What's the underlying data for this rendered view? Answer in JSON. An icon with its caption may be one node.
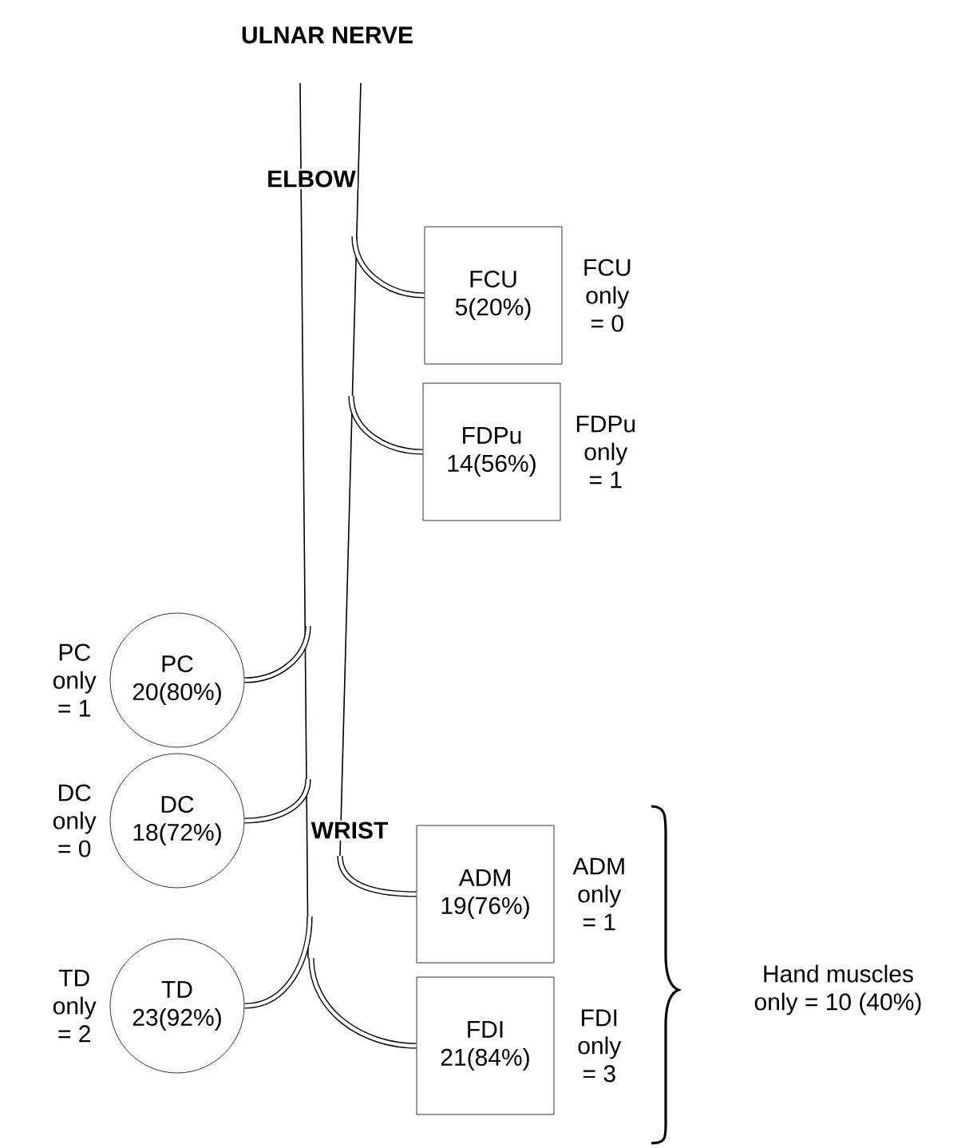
{
  "diagram": {
    "nodes": [
      {
        "text": [
          "ULNAR NERVE"
        ]
      },
      {
        "text": [
          "FCU",
          "5(20%)"
        ],
        "beside": [
          "FCU only = 0"
        ]
      },
      {
        "text": [
          "FDPu",
          "14(56%)"
        ],
        "beside": [
          "FDPu only = 1"
        ]
      },
      {
        "text": [
          "PC",
          "20(80%)"
        ],
        "beside": [
          "PC only = 1"
        ]
      },
      {
        "text": [
          "DC",
          "18(72%)"
        ],
        "beside": [
          "DC only = 0"
        ]
      },
      {
        "text": [
          "ADM",
          "19(76%)"
        ],
        "beside": [
          "ADM only = 1"
        ]
      },
      {
        "text": [
          "TD",
          "23(92%)"
        ],
        "beside": [
          "TD only = 2"
        ]
      },
      {
        "text": [
          "FDI",
          "21(84%)"
        ],
        "beside": [
          "FDI only = 3"
        ]
      }
    ],
    "edges": [
      {
        "from": 0,
        "to": 1,
        "arrow": "none"
      },
      {
        "from": 0,
        "to": 2,
        "arrow": "none"
      },
      {
        "from": 0,
        "to": 3,
        "arrow": "none"
      },
      {
        "from": 0,
        "to": 4,
        "arrow": "none"
      },
      {
        "from": 0,
        "to": 5,
        "arrow": "none"
      },
      {
        "from": 0,
        "to": 6,
        "arrow": "none"
      },
      {
        "from": 0,
        "to": 7,
        "arrow": "none"
      }
    ],
    "labels": [
      "ELBOW",
      "WRIST",
      "Hand muscles only = 10 (40%)"
    ]
  }
}
